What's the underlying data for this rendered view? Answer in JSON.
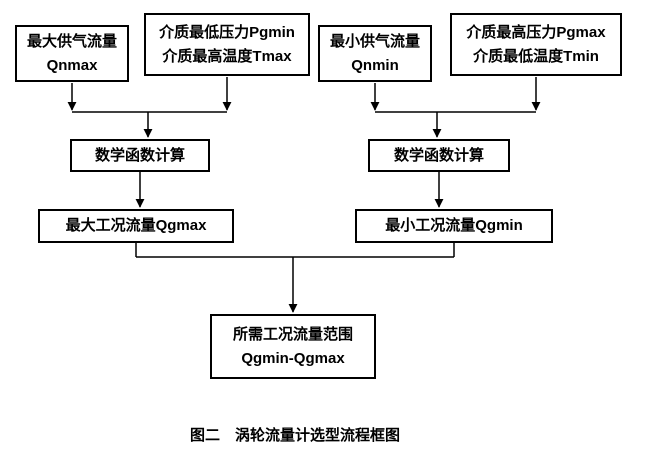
{
  "diagram": {
    "nodes": {
      "qnmax": {
        "line1": "最大供气流量",
        "line2": "Qnmax"
      },
      "pgmin_tmax": {
        "line1": "介质最低压力Pgmin",
        "line2": "介质最高温度Tmax"
      },
      "qnmin": {
        "line1": "最小供气流量",
        "line2": "Qnmin"
      },
      "pgmax_tmin": {
        "line1": "介质最高压力Pgmax",
        "line2": "介质最低温度Tmin"
      },
      "calc_left": {
        "label": "数学函数计算"
      },
      "calc_right": {
        "label": "数学函数计算"
      },
      "qgmax": {
        "label": "最大工况流量Qgmax"
      },
      "qgmin": {
        "label": "最小工况流量Qgmin"
      },
      "range": {
        "line1": "所需工况流量范围",
        "line2": "Qgmin-Qgmax"
      }
    },
    "caption": "图二　涡轮流量计选型流程框图"
  },
  "colors": {
    "background": "#ffffff",
    "line": "#000000",
    "box_border": "#000000",
    "text": "#000000"
  }
}
